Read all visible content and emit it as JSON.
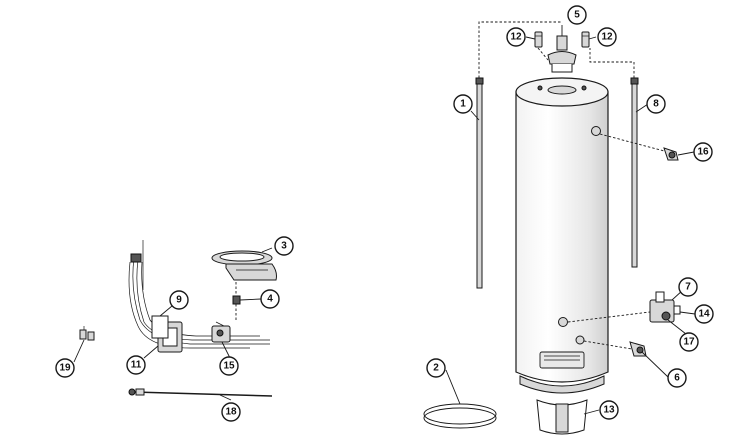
{
  "callouts": {
    "c1": "1",
    "c2": "2",
    "c3": "3",
    "c4": "4",
    "c5": "5",
    "c6": "6",
    "c7": "7",
    "c8": "8",
    "c9": "9",
    "c11": "11",
    "c12a": "12",
    "c12b": "12",
    "c13": "13",
    "c14": "14",
    "c15": "15",
    "c16": "16",
    "c17": "17",
    "c18": "18",
    "c19": "19"
  }
}
